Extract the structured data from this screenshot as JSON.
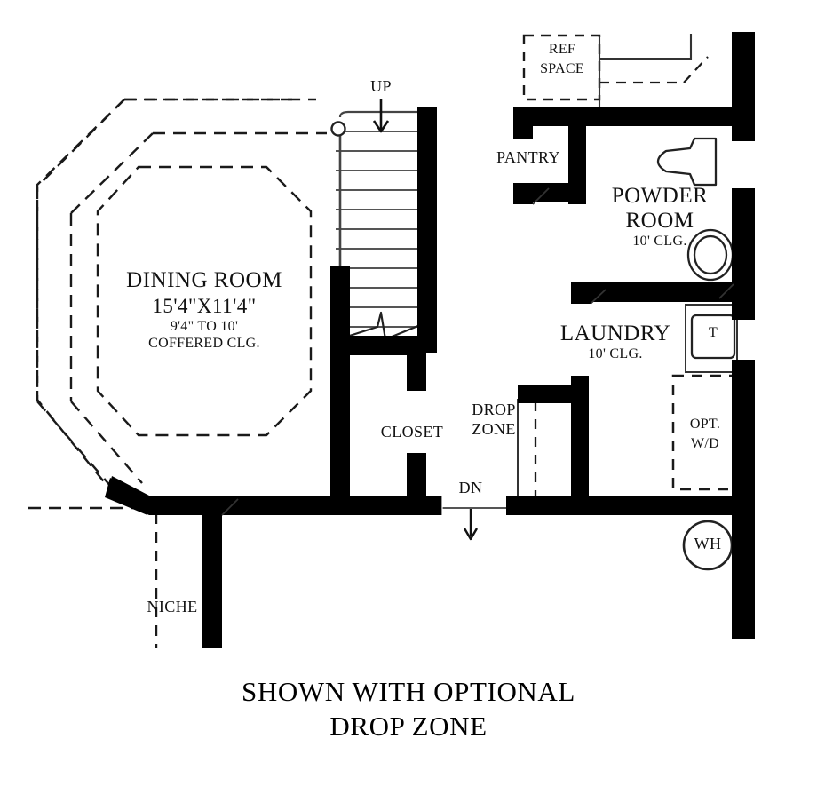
{
  "plan": {
    "title_lines": [
      "SHOWN WITH OPTIONAL",
      "DROP ZONE"
    ],
    "rooms": [
      {
        "id": "dining-room",
        "name": "DINING ROOM",
        "dimensions": "15'4\"X11'4\"",
        "ceiling_note_1": "9'4\" TO 10'",
        "ceiling_note_2": "COFFERED CLG."
      },
      {
        "id": "powder-room",
        "name_line_1": "POWDER",
        "name_line_2": "ROOM",
        "ceiling": "10' CLG."
      },
      {
        "id": "laundry",
        "name": "LAUNDRY",
        "ceiling": "10' CLG."
      }
    ],
    "labels": {
      "up": "UP",
      "dn": "DN",
      "ref_space_line_1": "REF",
      "ref_space_line_2": "SPACE",
      "pantry": "PANTRY",
      "closet": "CLOSET",
      "drop_zone_line_1": "DROP",
      "drop_zone_line_2": "ZONE",
      "niche": "NICHE",
      "opt_wd_line_1": "OPT.",
      "opt_wd_line_2": "W/D",
      "water_heater": "WH",
      "toilet_tank": "T"
    },
    "colors": {
      "wall": "#000000",
      "background": "#ffffff",
      "line": "#1a1a1a",
      "fixture_stroke": "#222222",
      "dashed": "#1a1a1a"
    },
    "fixtures": [
      {
        "name": "toilet",
        "room": "powder-room"
      },
      {
        "name": "sink",
        "room": "powder-room"
      },
      {
        "name": "laundry-tub",
        "room": "laundry",
        "label": "T"
      },
      {
        "name": "optional-washer-dryer",
        "room": "laundry",
        "label": "OPT. W/D"
      },
      {
        "name": "water-heater",
        "room": "exterior",
        "label": "WH"
      },
      {
        "name": "refrigerator-space",
        "room": "kitchen",
        "label": "REF SPACE"
      },
      {
        "name": "staircase",
        "room": "stair-hall",
        "treads": 12,
        "direction": "UP"
      }
    ]
  }
}
